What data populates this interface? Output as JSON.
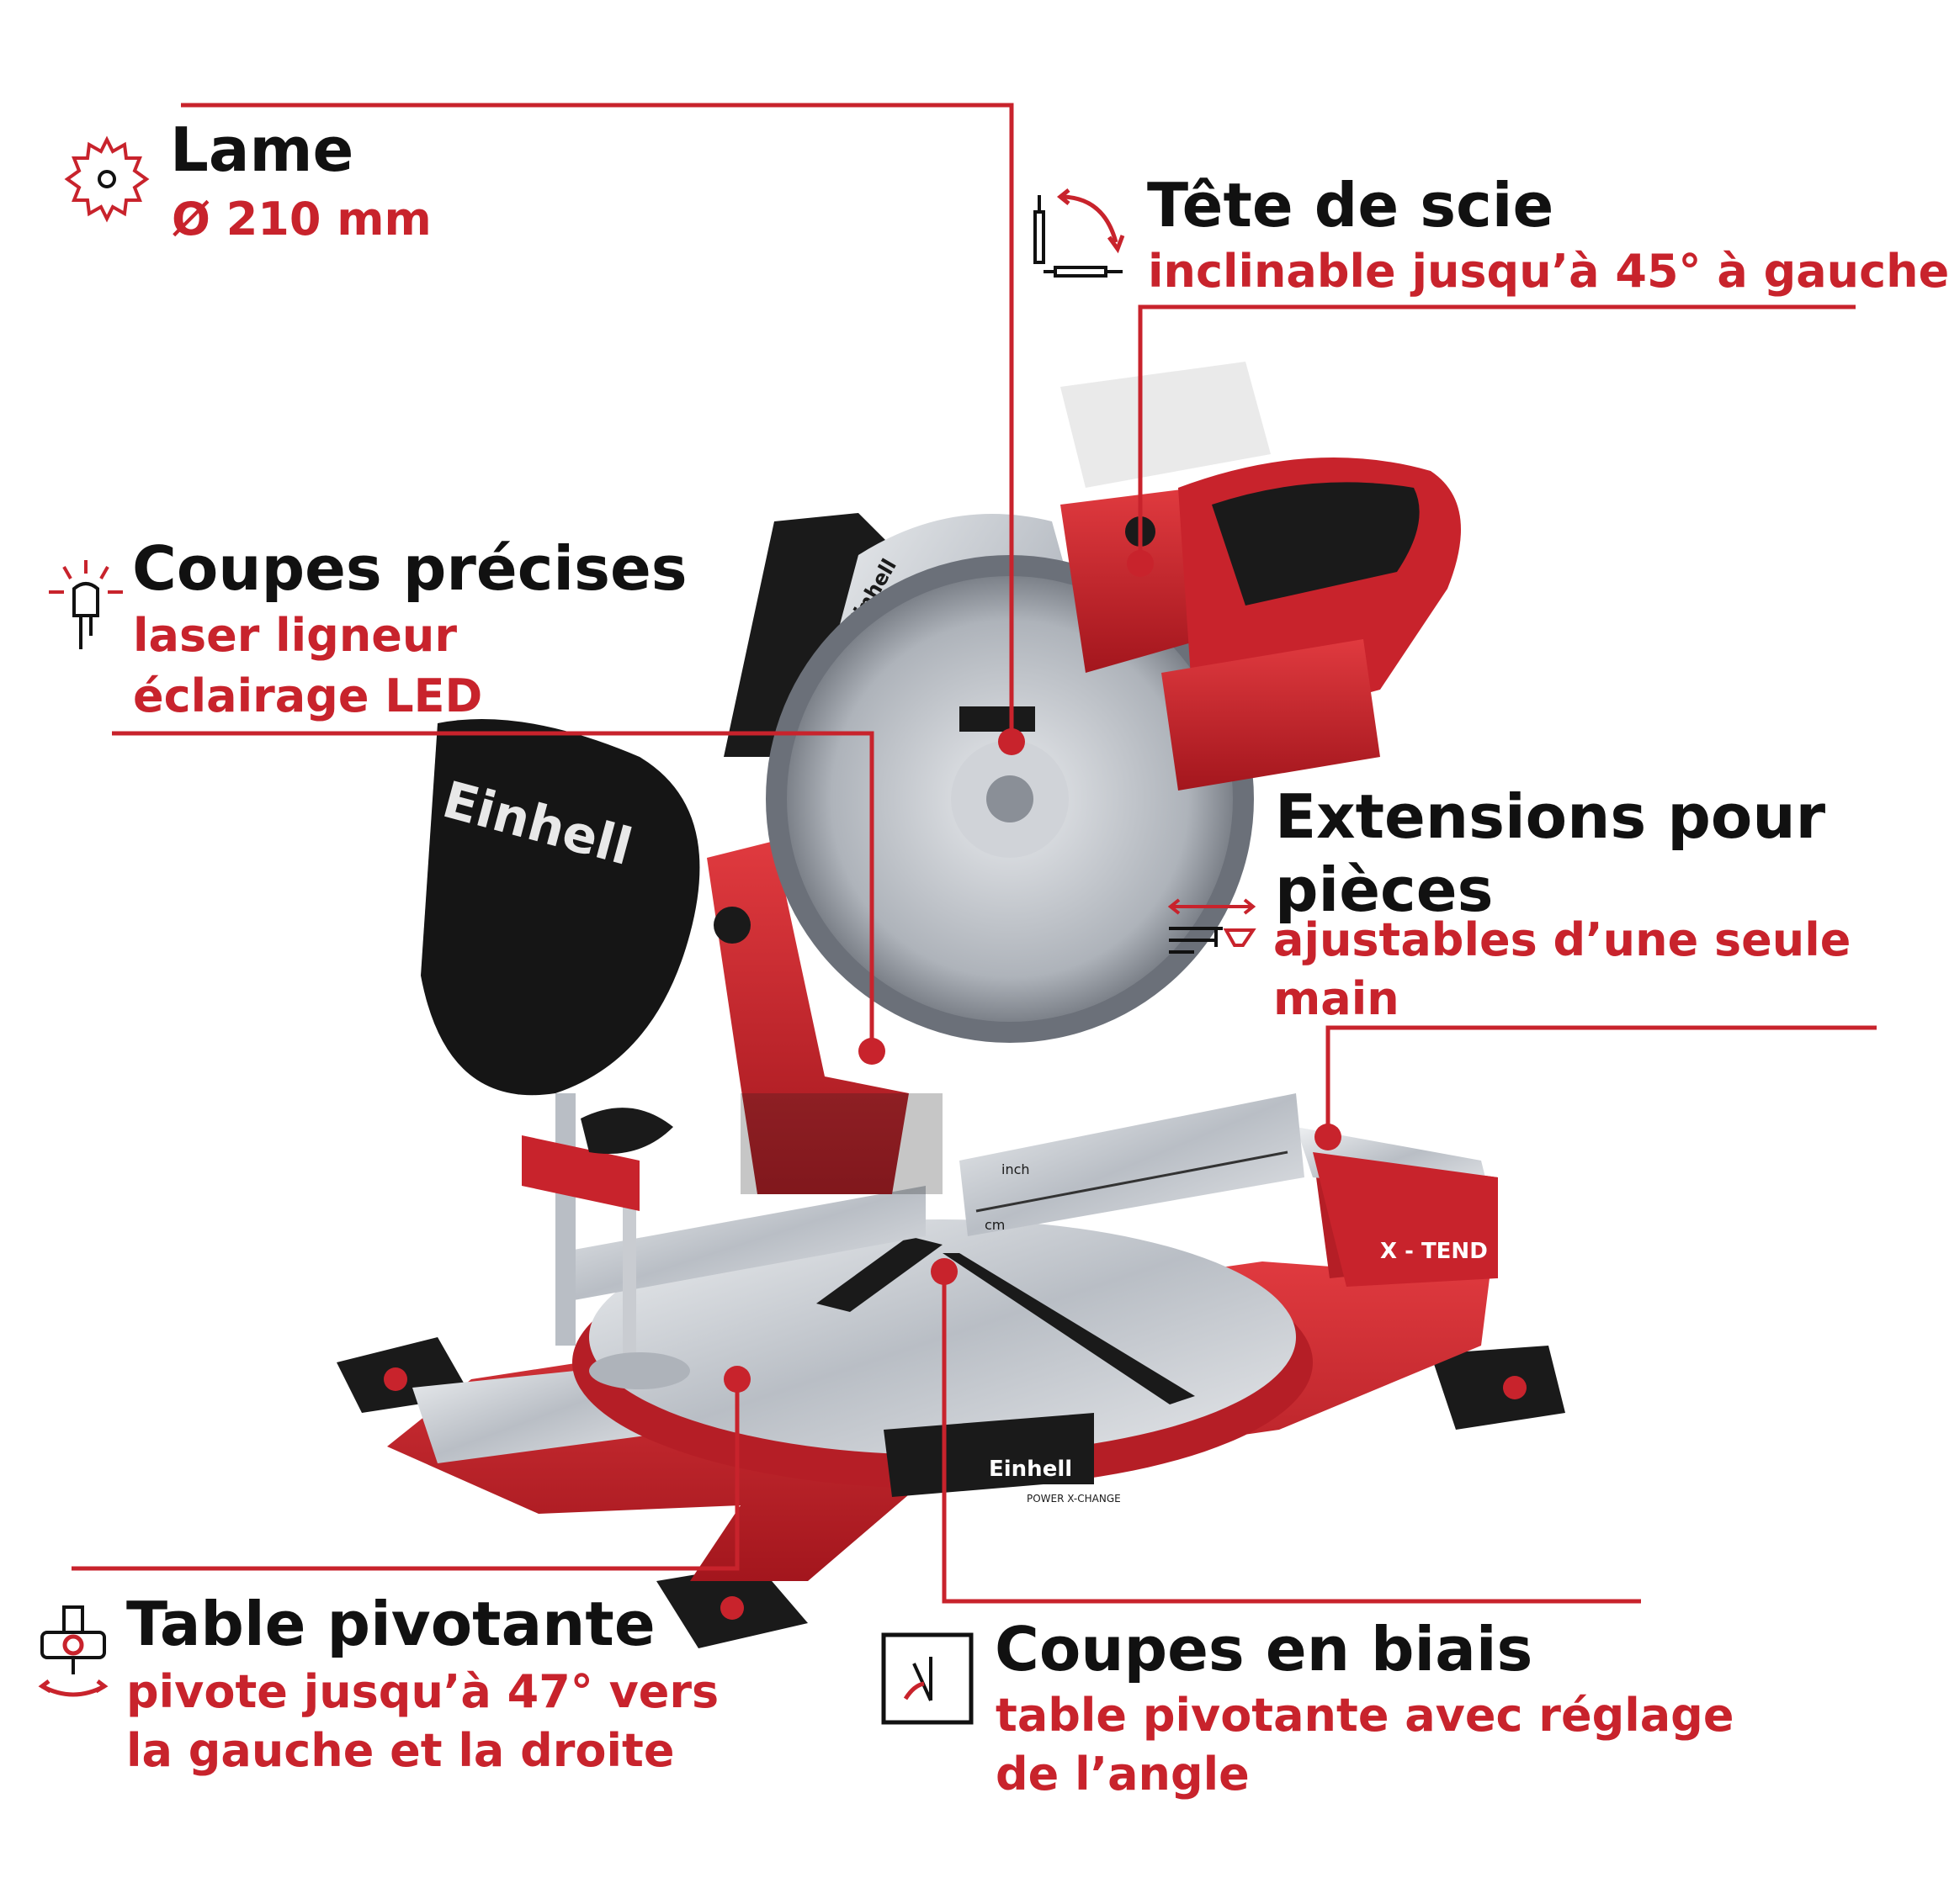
{
  "brand": {
    "name": "Einhell",
    "series": "POWER X-CHANGE",
    "extension_label": "X - TEND",
    "ruler_units": [
      "inch",
      "cm"
    ]
  },
  "features": {
    "blade": {
      "title": "Lame",
      "detail": "Ø 210 mm",
      "icon": "saw-blade-icon"
    },
    "saw_head": {
      "title": "Tête de scie",
      "detail": "inclinable jusqu’à 45° à gauche",
      "icon": "bevel-tilt-icon"
    },
    "precise_cuts": {
      "title": "Coupes précises",
      "detail_1": "laser ligneur",
      "detail_2": "éclairage LED",
      "icon": "laser-led-icon"
    },
    "extensions": {
      "title_1": "Extensions pour",
      "title_2": "pièces",
      "detail_1": "ajustables d’une seule",
      "detail_2": "main",
      "icon": "extension-icon"
    },
    "turntable": {
      "title": "Table pivotante",
      "detail_1": "pivote jusqu’à 47° vers",
      "detail_2": "la gauche et la droite",
      "icon": "rotate-table-icon"
    },
    "mitre_cuts": {
      "title": "Coupes en biais",
      "detail_1": "table pivotante avec réglage",
      "detail_2": "de l’angle",
      "icon": "angle-cut-icon"
    }
  },
  "colors": {
    "accent": "#c8232c",
    "text": "#111111",
    "tool_red": "#c8232c",
    "tool_black": "#1a1a1a",
    "aluminium": "#c9ccd1"
  }
}
